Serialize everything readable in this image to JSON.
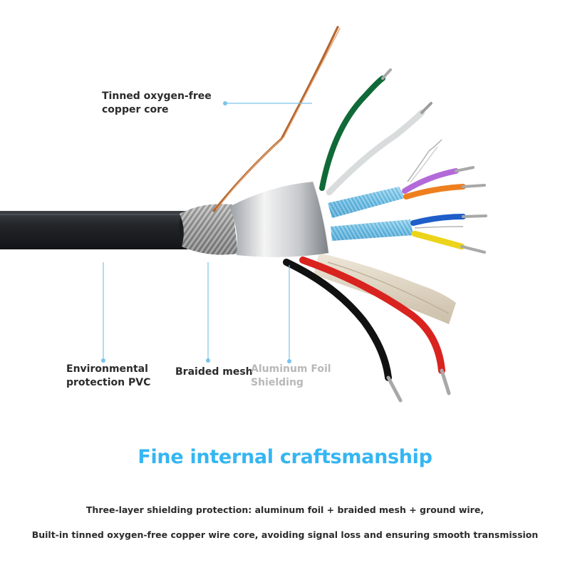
{
  "labels": {
    "copper_core": "Tinned oxygen-free copper core",
    "pvc": "Environmental protection PVC",
    "braided_mesh": "Braided mesh",
    "aluminum_foil": "Aluminum Foil Shielding"
  },
  "headline": "Fine internal craftsmanship",
  "description": {
    "line1": "Three-layer shielding protection: aluminum foil + braided mesh + ground wire,",
    "line2": "Built-in tinned oxygen-free copper wire core, avoiding signal loss and ensuring smooth transmission"
  },
  "colors": {
    "accent": "#35b6f2",
    "callout_line": "#7cc3ea",
    "text": "#2b2b2b",
    "muted_text": "#b8b8b8"
  },
  "icons": [
    "callout-dot"
  ]
}
